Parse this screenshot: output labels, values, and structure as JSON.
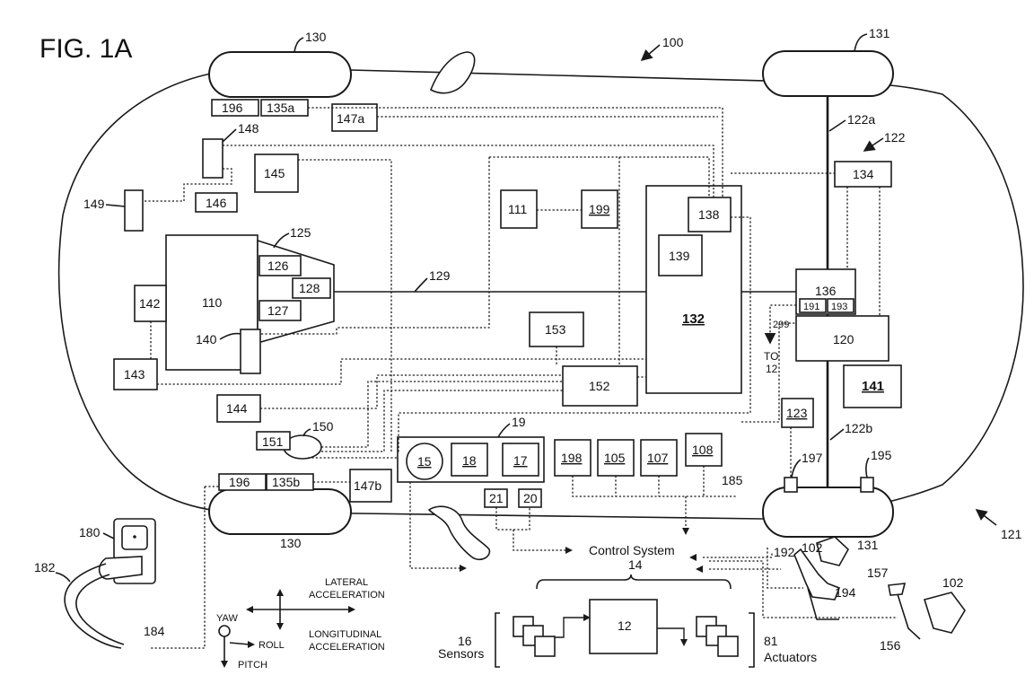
{
  "figure": {
    "title": "FIG. 1A",
    "ref_vehicle": "100",
    "ref_body": "121"
  },
  "wheels": {
    "front_left": "130",
    "rear_left": "130",
    "front_right": "131",
    "rear_right": "131"
  },
  "blocks": {
    "b110": "110",
    "b111": "111",
    "b199": "199",
    "b125": "125",
    "b126": "126",
    "b127": "127",
    "b128": "128",
    "b129": "129",
    "b132": "132",
    "b134": "134",
    "b122": "122",
    "b122a": "122a",
    "b122b": "122b",
    "b136": "136",
    "b191": "191",
    "b193": "193",
    "b120": "120",
    "b138": "138",
    "b139": "139",
    "b140": "140",
    "b141": "141",
    "b142": "142",
    "b143": "143",
    "b144": "144",
    "b145": "145",
    "b146": "146",
    "b147a": "147a",
    "b147b": "147b",
    "b148": "148",
    "b149": "149",
    "b150": "150",
    "b151": "151",
    "b152": "152",
    "b153": "153",
    "b196a": "196",
    "b196b": "196",
    "b135a": "135a",
    "b135b": "135b",
    "b123": "123",
    "b195": "195",
    "b197": "197",
    "b198": "198",
    "b105": "105",
    "b107": "107",
    "b108": "108",
    "b185": "185",
    "b19": "19",
    "b15": "15",
    "b18": "18",
    "b17": "17",
    "b21": "21",
    "b20": "20",
    "b299": "299",
    "to_label": "TO",
    "to_num": "12",
    "b180": "180",
    "b182": "182",
    "b184": "184",
    "b192": "192",
    "b194": "194",
    "b102a": "102",
    "b102b": "102",
    "b157": "157",
    "b156": "156"
  },
  "axes": {
    "yaw": "YAW",
    "roll": "ROLL",
    "pitch": "PITCH",
    "lateral_1": "LATERAL",
    "lateral_2": "ACCELERATION",
    "longitudinal_1": "LONGITUDINAL",
    "longitudinal_2": "ACCELERATION"
  },
  "control_system": {
    "title": "Control System",
    "number": "14",
    "controller": "12",
    "sensors_num": "16",
    "sensors_label": "Sensors",
    "actuators_num": "81",
    "actuators_label": "Actuators"
  }
}
